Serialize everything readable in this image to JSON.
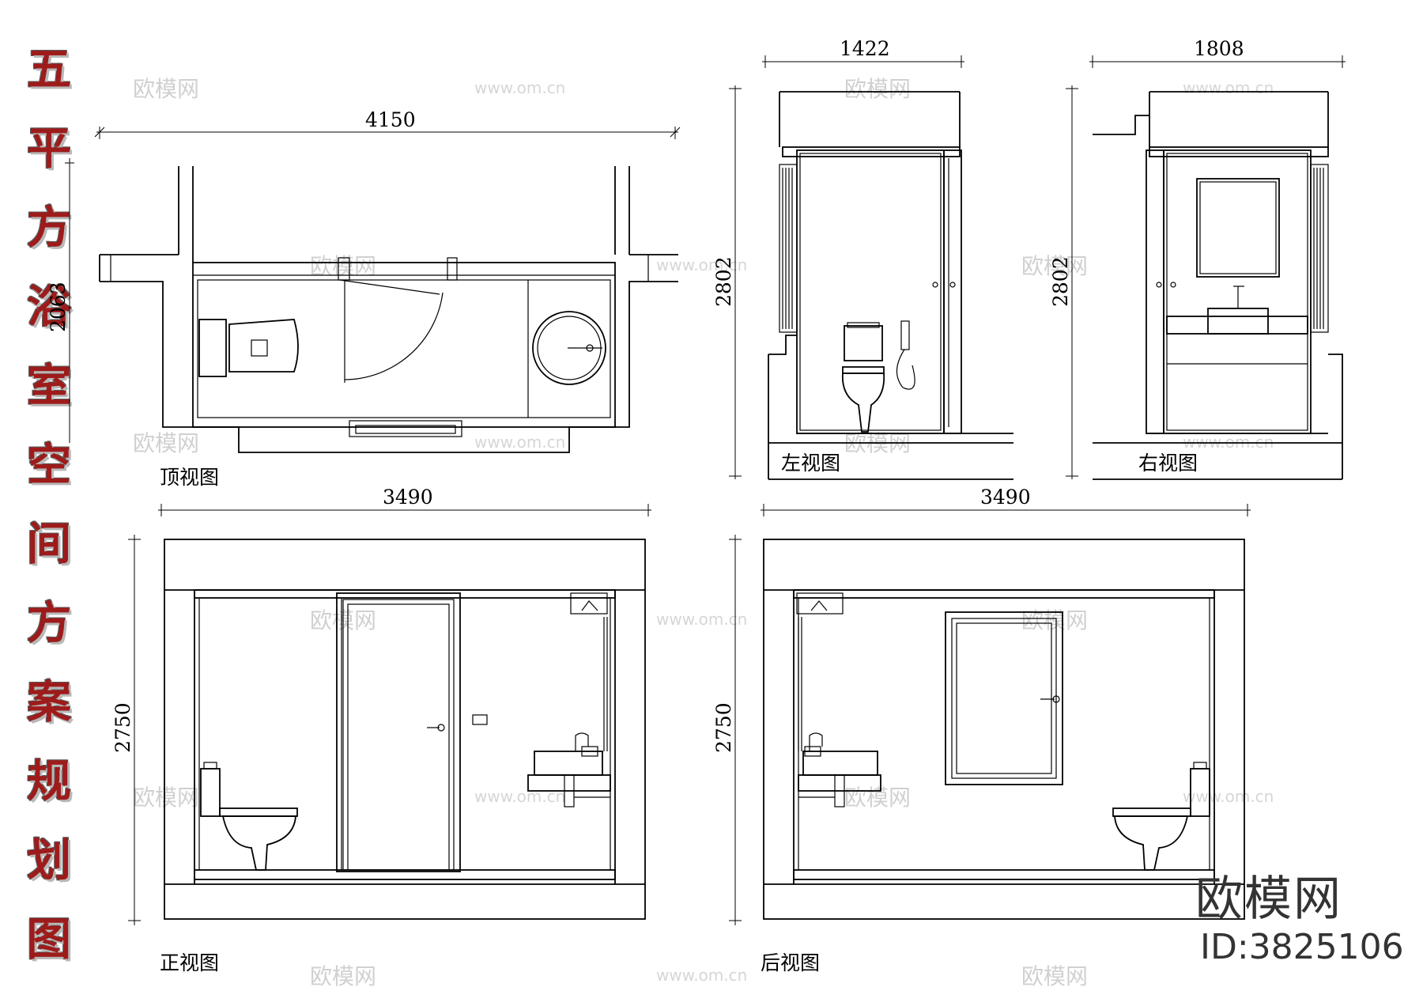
{
  "title_chars": [
    "五",
    "平",
    "方",
    "浴",
    "室",
    "空",
    "间",
    "方",
    "案",
    "规",
    "划",
    "图"
  ],
  "views": {
    "top": {
      "label": "顶视图",
      "dim_width": "4150",
      "dim_height": "2063"
    },
    "left": {
      "label": "左视图",
      "dim_width": "1422",
      "dim_height": "2802"
    },
    "right": {
      "label": "右视图",
      "dim_width": "1808",
      "dim_height": "2802"
    },
    "front": {
      "label": "正视图",
      "dim_width": "3490",
      "dim_height": "2750"
    },
    "back": {
      "label": "后视图",
      "dim_width": "3490",
      "dim_height": "2750"
    }
  },
  "watermark": {
    "cn": "欧模网",
    "url": "www.om.cn"
  },
  "brand": {
    "name": "欧模网",
    "id": "ID:3825106"
  }
}
